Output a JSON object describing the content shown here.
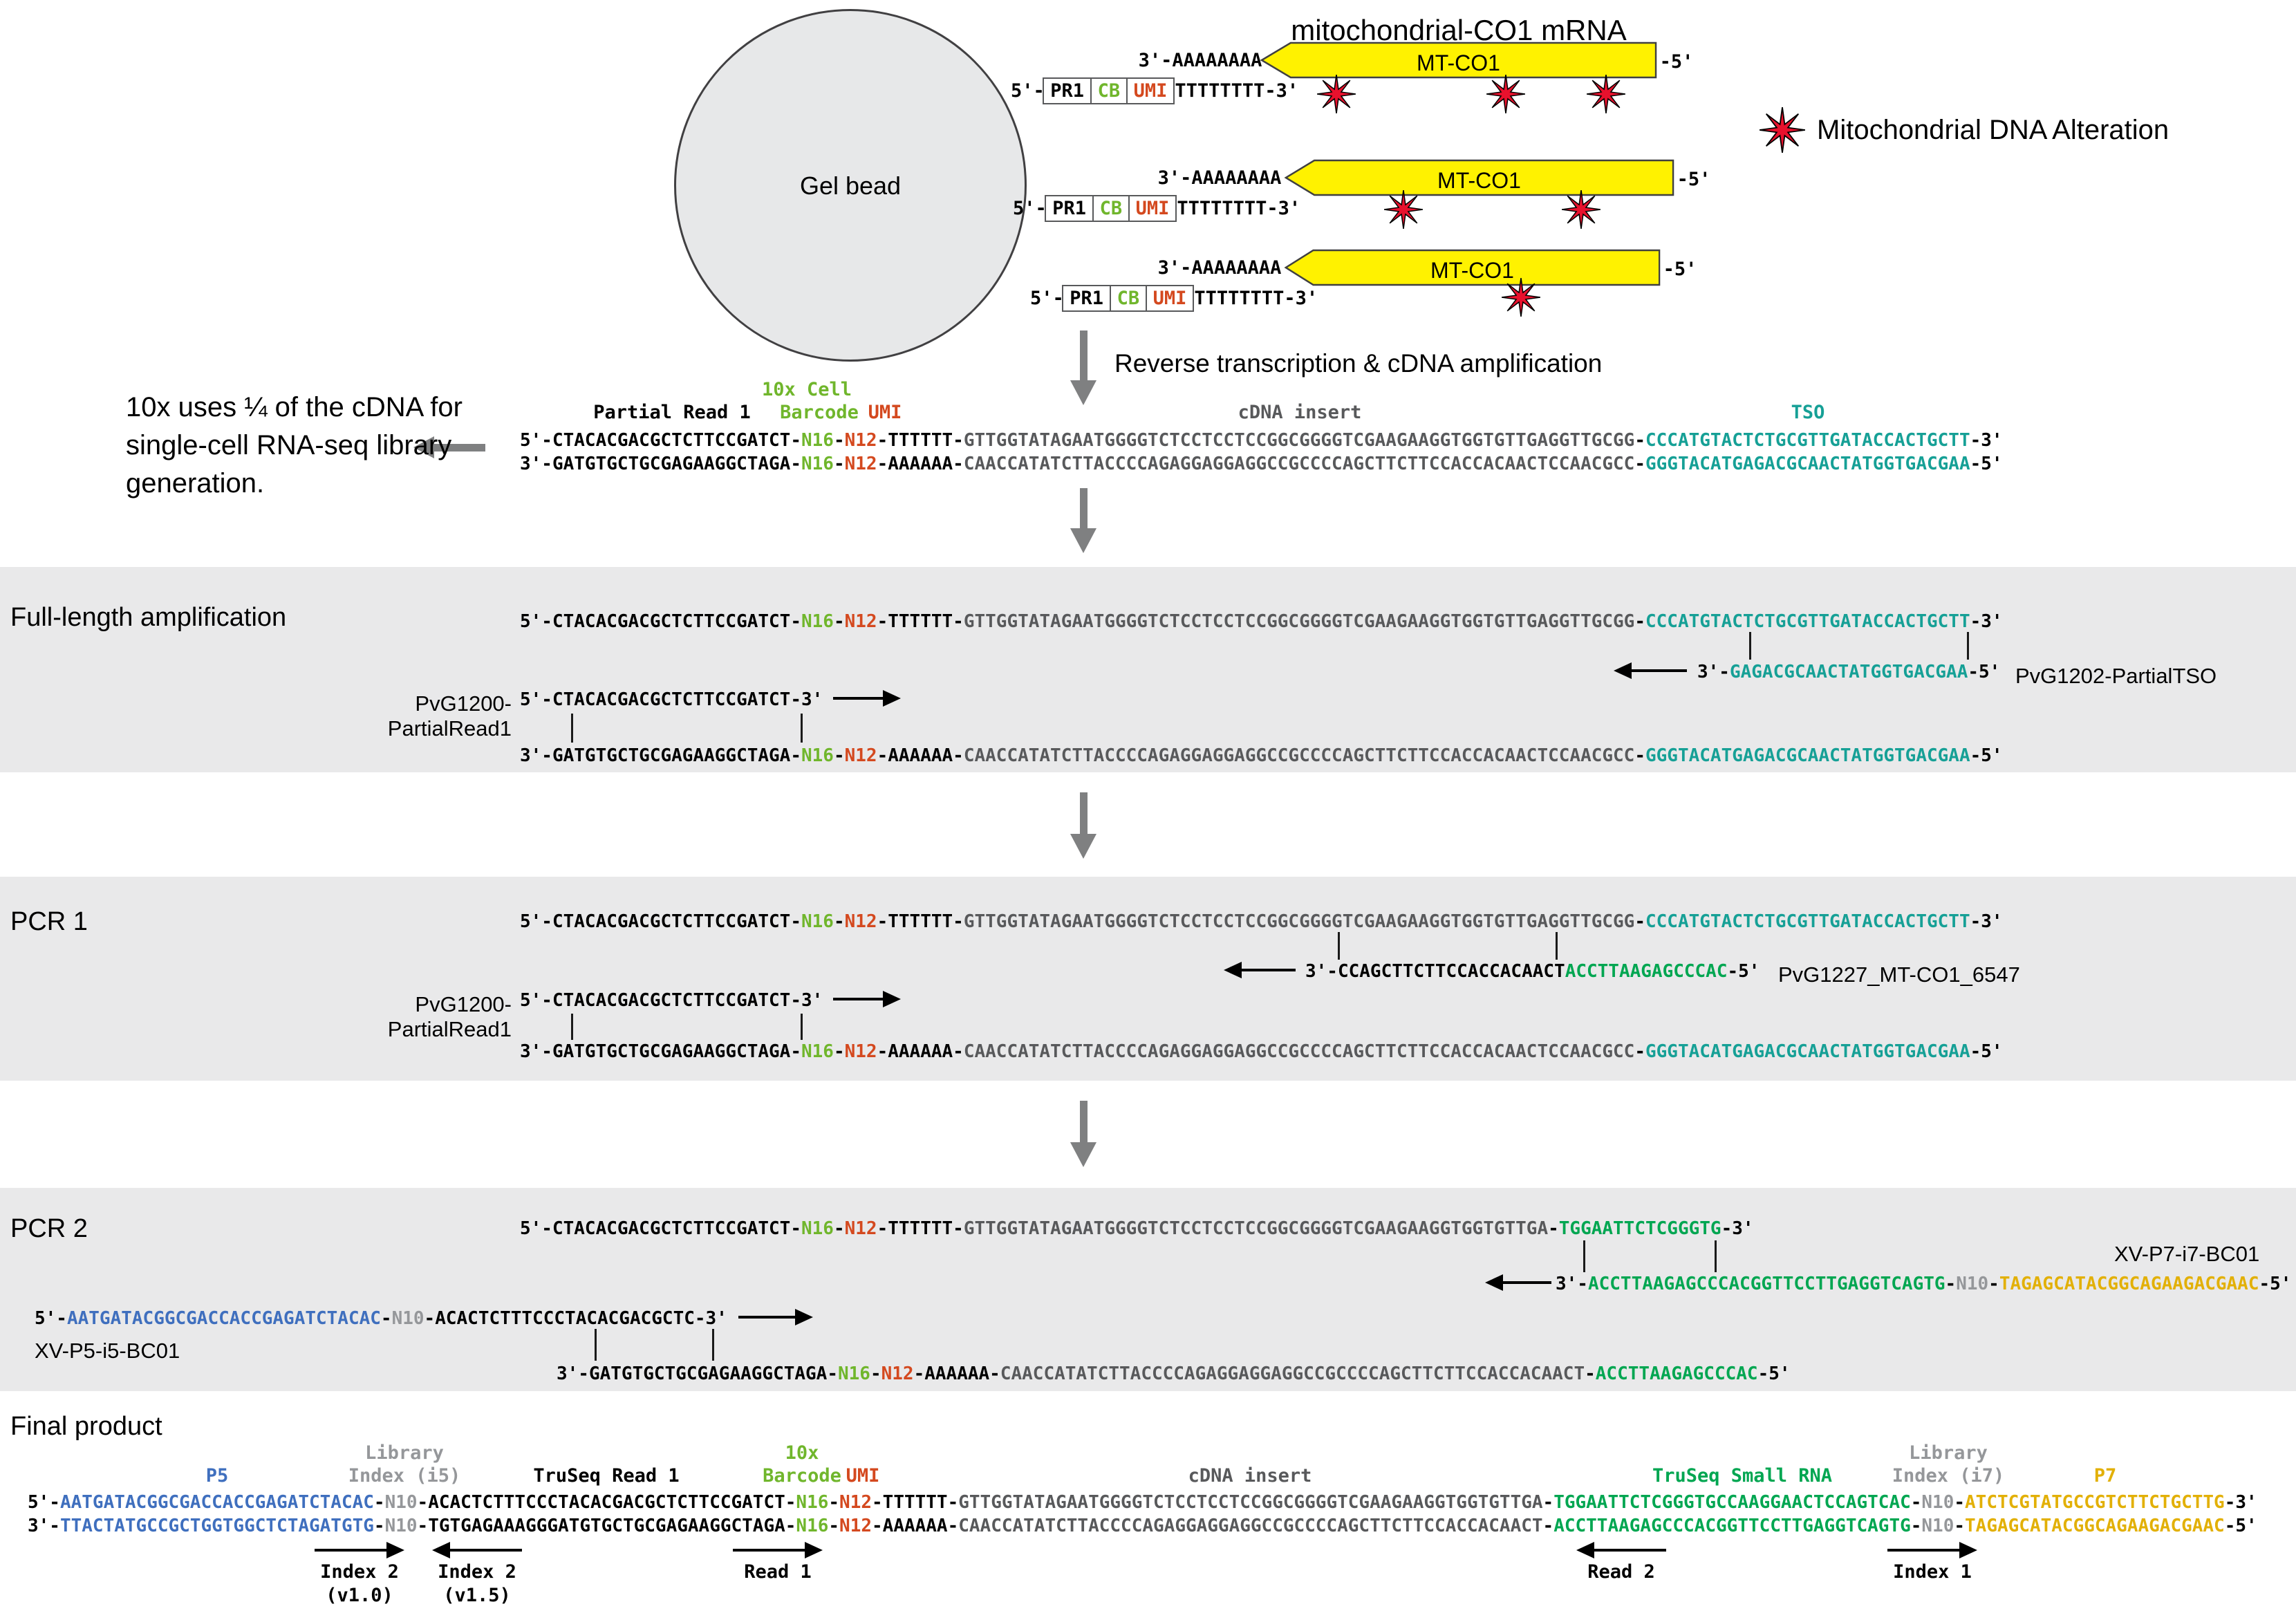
{
  "colors": {
    "cell_barcode_green": "#70B62C",
    "umi_red": "#D4491F",
    "tso_teal": "#16A096",
    "truseq_small_rna_green": "#00A651",
    "p5_blue": "#3F6FBE",
    "p7_gold": "#E2B007",
    "cdna_gray": "#58595B",
    "n10_gray": "#95979A",
    "gene_arrow_yellow": "#FFF200",
    "alteration_star_red": "#E8112D",
    "block_background": "#E9E9EA"
  },
  "bead": {
    "label": "Gel bead"
  },
  "legend": {
    "label": "Mitochondrial DNA Alteration"
  },
  "mrna": {
    "title": "mitochondrial-CO1 mRNA",
    "gene": "MT-CO1",
    "polya": "3'-AAAAAAAA",
    "five_end": "-5'",
    "construct_5": "5'-",
    "boxes": {
      "pr1": "PR1",
      "cb": "CB",
      "umi": "UMI"
    },
    "polyt": "TTTTTTTT-3'"
  },
  "steps": {
    "rt": "Reverse transcription & cDNA amplification",
    "note": "10x uses ¼ of the cDNA for single-cell RNA-seq library generation."
  },
  "labels": {
    "partial_read1": "Partial Read 1",
    "tenx_cell": "10x Cell",
    "barcode": "Barcode",
    "umi": "UMI",
    "cdna_insert": "cDNA insert",
    "tso": "TSO"
  },
  "blocks": {
    "fla": "Full-length amplification",
    "pcr1": "PCR 1",
    "pcr2": "PCR 2",
    "final": "Final product"
  },
  "primers": {
    "pvg1200": "PvG1200-PartialRead1",
    "pvg1202": "PvG1202-PartialTSO",
    "pvg1227": "PvG1227_MT-CO1_6547",
    "xv_p5": "XV-P5-i5-BC01",
    "xv_p7": "XV-P7-i7-BC01"
  },
  "final_labels": {
    "p5": "P5",
    "library": "Library",
    "index_i5": "Index (i5)",
    "truseq_read1": "TruSeq Read 1",
    "tenx": "10x",
    "barcode": "Barcode",
    "umi": "UMI",
    "cdna_insert": "cDNA insert",
    "truseq_small_rna": "TruSeq Small RNA",
    "index_i7": "Index (i7)",
    "p7": "P7",
    "index2": "Index 2",
    "v10": "(v1.0)",
    "v15": "(v1.5)",
    "read1": "Read 1",
    "read2": "Read 2",
    "index1": "Index 1"
  },
  "seqs": {
    "cdna_top": [
      {
        "t": "5'-CTACACGACGCTCTTCCGATCT-",
        "c": "k"
      },
      {
        "t": "N16",
        "c": "grn"
      },
      {
        "t": "-",
        "c": "k"
      },
      {
        "t": "N12",
        "c": "r"
      },
      {
        "t": "-TTTTTT-",
        "c": "k"
      },
      {
        "t": "GTTGGTATAGAATGGGGTCTCCTCCTCCGGCGGGGTCGAAGAAGGTGGTGTTGAGGTTGCGG",
        "c": "g"
      },
      {
        "t": "-",
        "c": "k"
      },
      {
        "t": "CCCATGTACTCTGCGTTGATACCACTGCTT",
        "c": "t"
      },
      {
        "t": "-3'",
        "c": "k"
      }
    ],
    "cdna_bottom": [
      {
        "t": "3'-GATGTGCTGCGAGAAGGCTAGA-",
        "c": "k"
      },
      {
        "t": "N16",
        "c": "grn"
      },
      {
        "t": "-",
        "c": "k"
      },
      {
        "t": "N12",
        "c": "r"
      },
      {
        "t": "-AAAAAA-",
        "c": "k"
      },
      {
        "t": "CAACCATATCTTACCCCAGAGGAGGAGGCCGCCCCAGCTTCTTCCACCACAACTCCAACGCC",
        "c": "g"
      },
      {
        "t": "-",
        "c": "k"
      },
      {
        "t": "GGGTACATGAGACGCAACTATGGTGACGAA",
        "c": "t"
      },
      {
        "t": "-5'",
        "c": "k"
      }
    ],
    "pcr2_top": [
      {
        "t": "5'-CTACACGACGCTCTTCCGATCT-",
        "c": "k"
      },
      {
        "t": "N16",
        "c": "grn"
      },
      {
        "t": "-",
        "c": "k"
      },
      {
        "t": "N12",
        "c": "r"
      },
      {
        "t": "-TTTTTT-",
        "c": "k"
      },
      {
        "t": "GTTGGTATAGAATGGGGTCTCCTCCTCCGGCGGGGTCGAAGAAGGTGGTGTTGA",
        "c": "g"
      },
      {
        "t": "-",
        "c": "k"
      },
      {
        "t": "TGGAATTCTCGGGTG",
        "c": "e"
      },
      {
        "t": "-3'",
        "c": "k"
      }
    ],
    "pcr2_bottom": [
      {
        "t": "3'-GATGTGCTGCGAGAAGGCTAGA-",
        "c": "k"
      },
      {
        "t": "N16",
        "c": "grn"
      },
      {
        "t": "-",
        "c": "k"
      },
      {
        "t": "N12",
        "c": "r"
      },
      {
        "t": "-AAAAAA-",
        "c": "k"
      },
      {
        "t": "CAACCATATCTTACCCCAGAGGAGGAGGCCGCCCCAGCTTCTTCCACCACAACT",
        "c": "g"
      },
      {
        "t": "-",
        "c": "k"
      },
      {
        "t": "ACCTTAAGAGCCCAC",
        "c": "e"
      },
      {
        "t": "-5'",
        "c": "k"
      }
    ],
    "final_top": [
      {
        "t": "5'-",
        "c": "k"
      },
      {
        "t": "AATGATACGGCGACCACCGAGATCTACAC",
        "c": "b"
      },
      {
        "t": "-",
        "c": "k"
      },
      {
        "t": "N10",
        "c": "lg"
      },
      {
        "t": "-",
        "c": "k"
      },
      {
        "t": "ACACTCTTTCCCTACACGACGCTCTTCCGATCT",
        "c": "k"
      },
      {
        "t": "-",
        "c": "k"
      },
      {
        "t": "N16",
        "c": "grn"
      },
      {
        "t": "-",
        "c": "k"
      },
      {
        "t": "N12",
        "c": "r"
      },
      {
        "t": "-TTTTTT-",
        "c": "k"
      },
      {
        "t": "GTTGGTATAGAATGGGGTCTCCTCCTCCGGCGGGGTCGAAGAAGGTGGTGTTGA",
        "c": "g"
      },
      {
        "t": "-",
        "c": "k"
      },
      {
        "t": "TGGAATTCTCGGGTGCCAAGGAACTCCAGTCAC",
        "c": "e"
      },
      {
        "t": "-",
        "c": "k"
      },
      {
        "t": "N10",
        "c": "lg"
      },
      {
        "t": "-",
        "c": "k"
      },
      {
        "t": "ATCTCGTATGCCGTCTTCTGCTTG",
        "c": "au"
      },
      {
        "t": "-3'",
        "c": "k"
      }
    ],
    "final_bottom": [
      {
        "t": "3'-",
        "c": "k"
      },
      {
        "t": "TTACTATGCCGCTGGTGGCTCTAGATGTG",
        "c": "b"
      },
      {
        "t": "-",
        "c": "k"
      },
      {
        "t": "N10",
        "c": "lg"
      },
      {
        "t": "-",
        "c": "k"
      },
      {
        "t": "TGTGAGAAAGGGATGTGCTGCGAGAAGGCTAGA",
        "c": "k"
      },
      {
        "t": "-",
        "c": "k"
      },
      {
        "t": "N16",
        "c": "grn"
      },
      {
        "t": "-",
        "c": "k"
      },
      {
        "t": "N12",
        "c": "r"
      },
      {
        "t": "-AAAAAA-",
        "c": "k"
      },
      {
        "t": "CAACCATATCTTACCCCAGAGGAGGAGGCCGCCCCAGCTTCTTCCACCACAACT",
        "c": "g"
      },
      {
        "t": "-",
        "c": "k"
      },
      {
        "t": "ACCTTAAGAGCCCACGGTTCCTTGAGGTCAGTG",
        "c": "e"
      },
      {
        "t": "-",
        "c": "k"
      },
      {
        "t": "N10",
        "c": "lg"
      },
      {
        "t": "-",
        "c": "k"
      },
      {
        "t": "TAGAGCATACGGCAGAAGACGAAC",
        "c": "au"
      },
      {
        "t": "-5'",
        "c": "k"
      }
    ],
    "pvg1200_primer": [
      {
        "t": "5'-CTACACGACGCTCTTCCGATCT-3'",
        "c": "k"
      }
    ],
    "pvg1202_primer": [
      {
        "t": "3'-",
        "c": "k"
      },
      {
        "t": "GAGACGCAACTATGGTGACGAA",
        "c": "t"
      },
      {
        "t": "-5'",
        "c": "k"
      }
    ],
    "pvg1227_primer": [
      {
        "t": "3'-CCAGCTTCTTCCACCACAACT",
        "c": "k"
      },
      {
        "t": "ACCTTAAGAGCCCAC",
        "c": "e"
      },
      {
        "t": "-5'",
        "c": "k"
      }
    ],
    "xv_p5_primer": [
      {
        "t": "5'-",
        "c": "k"
      },
      {
        "t": "AATGATACGGCGACCACCGAGATCTACAC",
        "c": "b"
      },
      {
        "t": "-",
        "c": "k"
      },
      {
        "t": "N10",
        "c": "lg"
      },
      {
        "t": "-",
        "c": "k"
      },
      {
        "t": "ACACTCTTTCCCTACACGACGCTC-3'",
        "c": "k"
      }
    ],
    "xv_p7_primer": [
      {
        "t": "3'-",
        "c": "k"
      },
      {
        "t": "ACCTTAAGAGCCCACGGTTCCTTGAGGTCAGTG",
        "c": "e"
      },
      {
        "t": "-",
        "c": "k"
      },
      {
        "t": "N10",
        "c": "lg"
      },
      {
        "t": "-",
        "c": "k"
      },
      {
        "t": "TAGAGCATACGGCAGAAGACGAAC",
        "c": "au"
      },
      {
        "t": "-5'",
        "c": "k"
      }
    ]
  }
}
